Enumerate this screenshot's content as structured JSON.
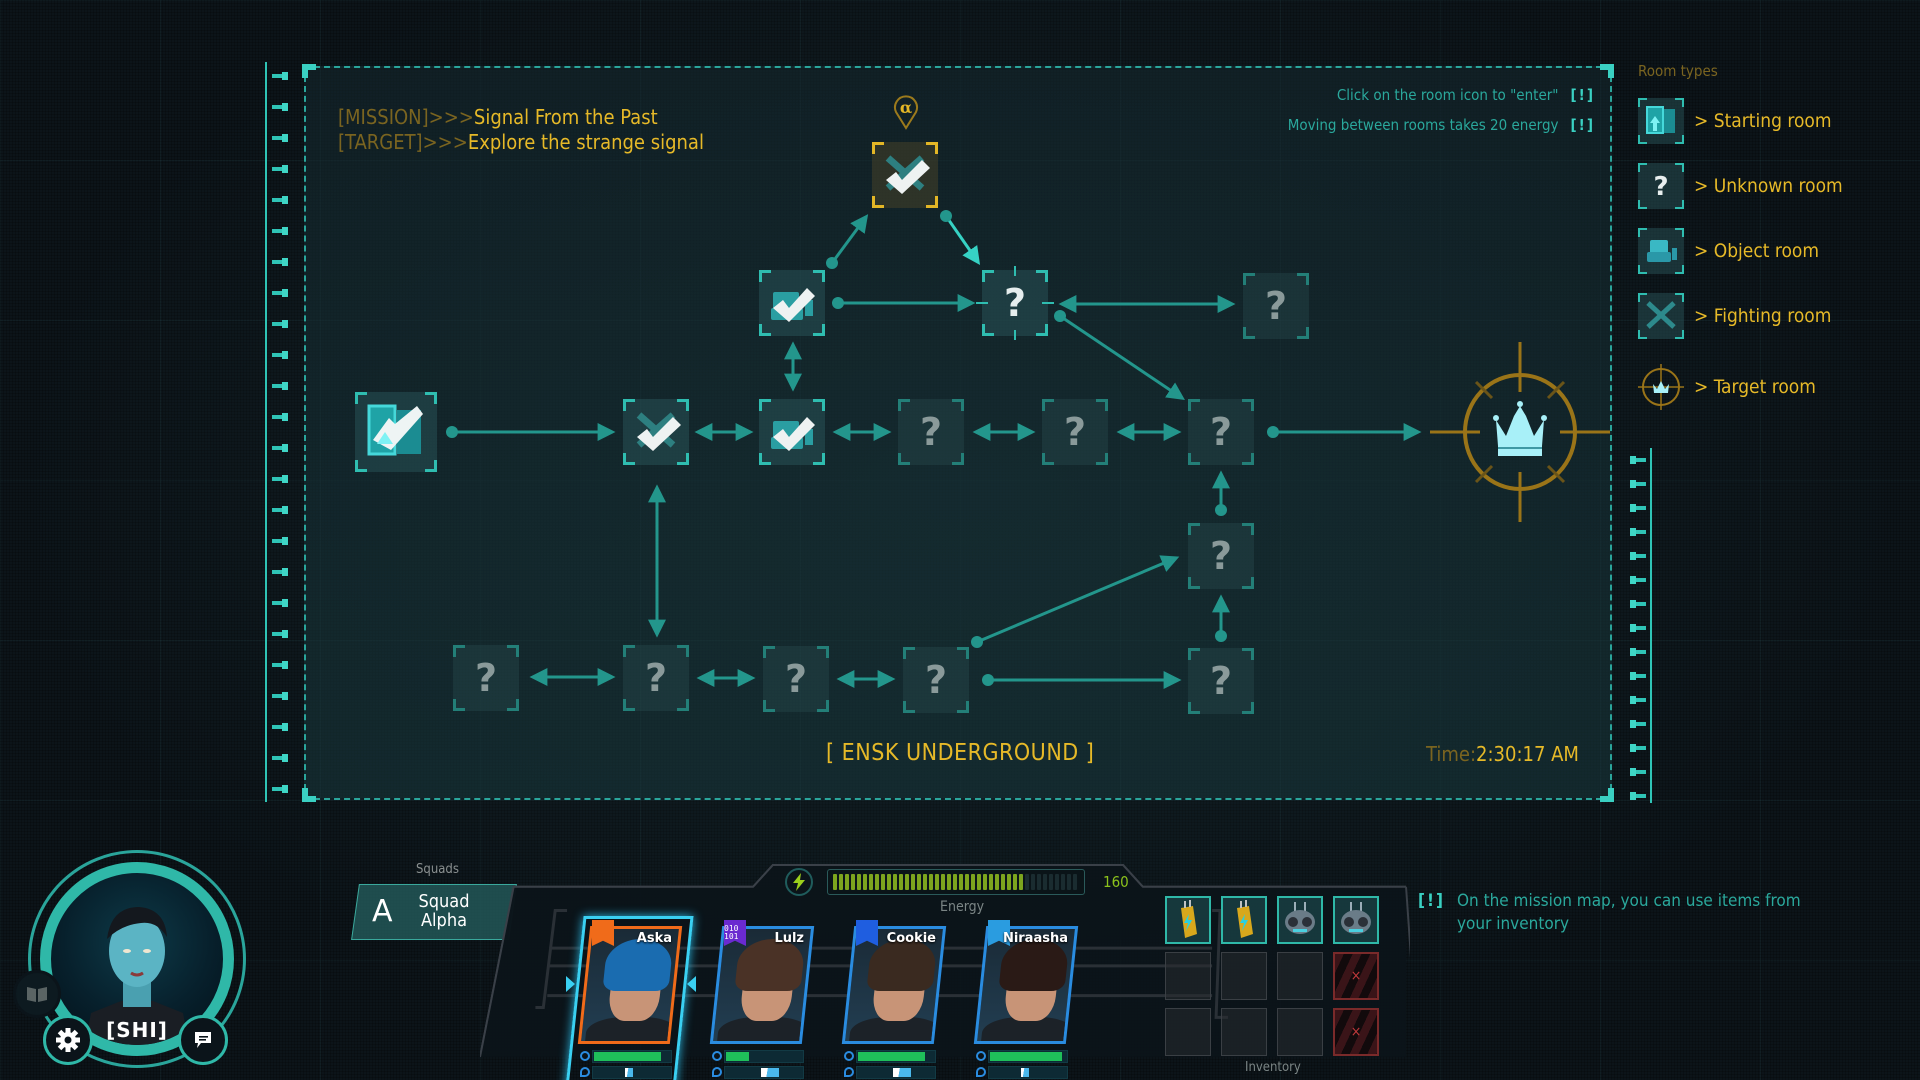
{
  "mission": {
    "mission_tag": "[MISSION]>>>",
    "mission_name": "Signal From the Past",
    "target_tag": "[TARGET]>>>",
    "target_name": "Explore the strange signal"
  },
  "hints": {
    "enter_room": "Click on the room icon to \"enter\"",
    "energy_cost": "Moving between rooms takes 20 energy",
    "bang": "[!]"
  },
  "map": {
    "location": "[ ENSK UNDERGROUND ]",
    "time_label": "Time:",
    "time_value": "2:30:17 AM",
    "current_marker": "α",
    "nodes": [
      {
        "id": "start",
        "type": "starting",
        "state": "cleared"
      },
      {
        "id": "top",
        "type": "fighting",
        "state": "cleared-current"
      },
      {
        "id": "r2-object",
        "type": "object",
        "state": "cleared"
      },
      {
        "id": "r2-unknown-a",
        "type": "unknown",
        "state": "adjacent",
        "label": "?"
      },
      {
        "id": "r2-unknown-b",
        "type": "unknown",
        "state": "hidden",
        "label": "?"
      },
      {
        "id": "main-fighting",
        "type": "fighting",
        "state": "cleared"
      },
      {
        "id": "main-object",
        "type": "object",
        "state": "cleared"
      },
      {
        "id": "main-unknown-1",
        "type": "unknown",
        "state": "hidden",
        "label": "?"
      },
      {
        "id": "main-unknown-2",
        "type": "unknown",
        "state": "hidden",
        "label": "?"
      },
      {
        "id": "main-unknown-3",
        "type": "unknown",
        "state": "hidden",
        "label": "?"
      },
      {
        "id": "mid-unknown",
        "type": "unknown",
        "state": "hidden",
        "label": "?"
      },
      {
        "id": "bot-unknown-1",
        "type": "unknown",
        "state": "hidden",
        "label": "?"
      },
      {
        "id": "bot-unknown-2",
        "type": "unknown",
        "state": "hidden",
        "label": "?"
      },
      {
        "id": "bot-unknown-3",
        "type": "unknown",
        "state": "hidden",
        "label": "?"
      },
      {
        "id": "bot-unknown-4",
        "type": "unknown",
        "state": "hidden",
        "label": "?"
      },
      {
        "id": "bot-unknown-5",
        "type": "unknown",
        "state": "hidden",
        "label": "?"
      },
      {
        "id": "target",
        "type": "target",
        "state": "unvisited"
      }
    ]
  },
  "legend": {
    "title": "Room types",
    "items": [
      {
        "icon": "starting-room-icon",
        "label": "> Starting room"
      },
      {
        "icon": "unknown-room-icon",
        "label": ">  Unknown room"
      },
      {
        "icon": "object-room-icon",
        "label": ">  Object room"
      },
      {
        "icon": "fighting-room-icon",
        "label": "> Fighting room"
      },
      {
        "icon": "target-room-icon",
        "label": "> Target room"
      }
    ]
  },
  "player": {
    "name": "[SHI]"
  },
  "squads": {
    "label": "Squads",
    "letter": "A",
    "name": "Squad Alpha"
  },
  "energy": {
    "value": "160",
    "label": "Energy",
    "segments_total": 41,
    "segments_filled": 32,
    "color": "#7ca51e"
  },
  "team": [
    {
      "name": "Aska",
      "badge": "swords",
      "badge_color": "#f06b1a",
      "hair": "#1a6cb0",
      "health_pct": 86,
      "selected": true
    },
    {
      "name": "Lulz",
      "badge": "010 101",
      "badge_color": "#6a2ad0",
      "hair": "#4a3226",
      "health_pct": 30,
      "selected": false
    },
    {
      "name": "Cookie",
      "badge": "flag",
      "badge_color": "#1f5ee0",
      "hair": "#3a2a20",
      "health_pct": 86,
      "selected": false
    },
    {
      "name": "Niraasha",
      "badge": "shield",
      "badge_color": "#2a9ce0",
      "hair": "#2a1a16",
      "health_pct": 92,
      "selected": false
    }
  ],
  "inventory": {
    "label": "Inventory",
    "slots": [
      {
        "item": "energy-cell",
        "state": "filled"
      },
      {
        "item": "energy-cell",
        "state": "filled"
      },
      {
        "item": "drone",
        "state": "filled"
      },
      {
        "item": "drone",
        "state": "filled"
      },
      {
        "item": "",
        "state": "empty"
      },
      {
        "item": "",
        "state": "empty"
      },
      {
        "item": "",
        "state": "empty"
      },
      {
        "item": "",
        "state": "locked",
        "mark": "×"
      },
      {
        "item": "",
        "state": "empty"
      },
      {
        "item": "",
        "state": "empty"
      },
      {
        "item": "",
        "state": "empty"
      },
      {
        "item": "",
        "state": "locked",
        "mark": "×"
      }
    ],
    "hint_bang": "[!]",
    "hint": "On the mission map, you can use items from your inventory"
  }
}
